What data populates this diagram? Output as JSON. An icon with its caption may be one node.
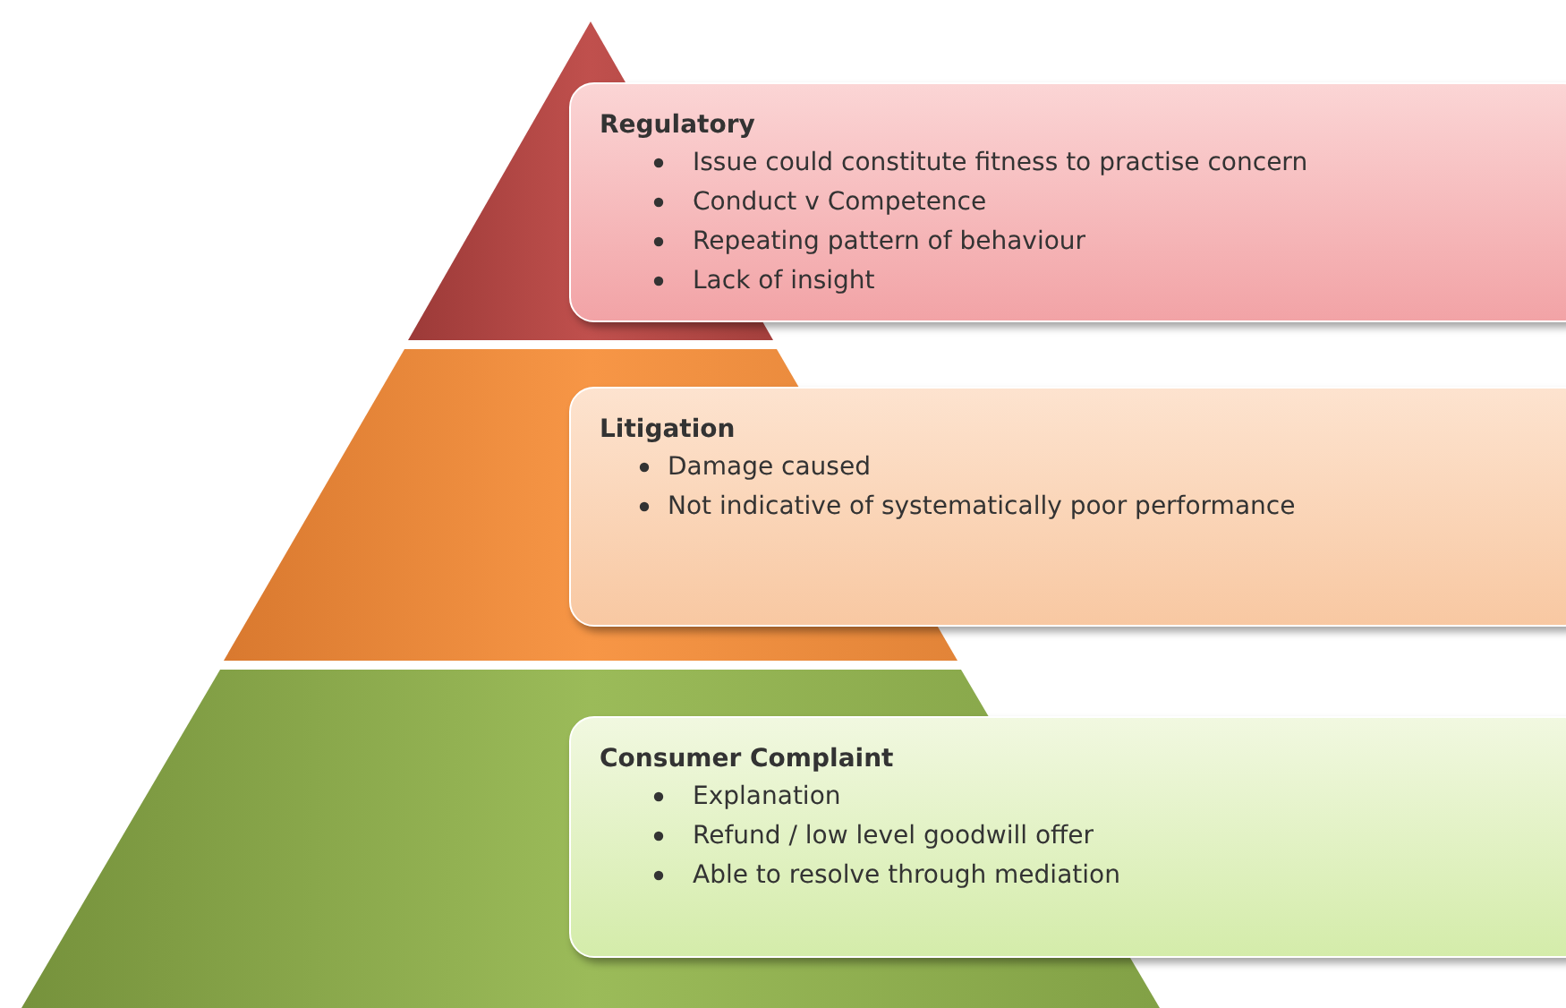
{
  "diagram": {
    "nodes": [
      {
        "text": [
          "Regulatory",
          "Issue could constitute fitness to practise concern",
          "Conduct v Competence",
          "Repeating pattern of behaviour",
          "Lack of insight"
        ]
      },
      {
        "text": [
          "Litigation",
          "Damage caused",
          "Not indicative of systematically poor performance"
        ]
      },
      {
        "text": [
          "Consumer Complaint",
          "Explanation",
          "Refund / low level goodwill offer",
          "Able to resolve through mediation"
        ]
      }
    ]
  }
}
